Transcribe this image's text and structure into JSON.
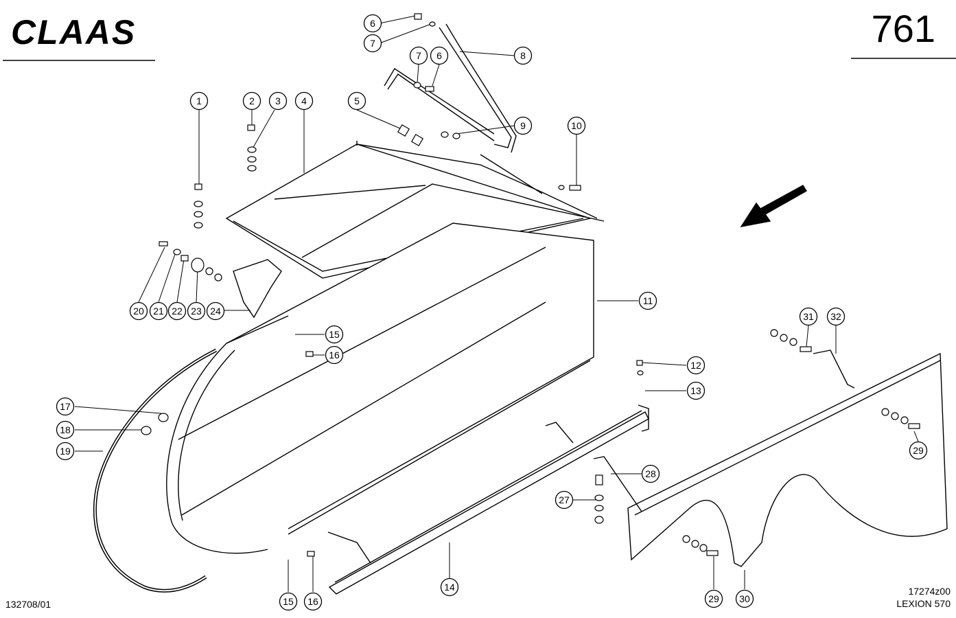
{
  "header": {
    "brand": "CLAAS",
    "page_number": "761"
  },
  "footer": {
    "drawing_code": "132708/01",
    "figure_code": "17274z00",
    "model": "LEXION 570"
  },
  "callouts": [
    {
      "id": "c1",
      "label": "1"
    },
    {
      "id": "c2",
      "label": "2"
    },
    {
      "id": "c3",
      "label": "3"
    },
    {
      "id": "c4",
      "label": "4"
    },
    {
      "id": "c5",
      "label": "5"
    },
    {
      "id": "c6a",
      "label": "6"
    },
    {
      "id": "c6b",
      "label": "6"
    },
    {
      "id": "c7a",
      "label": "7"
    },
    {
      "id": "c7b",
      "label": "7"
    },
    {
      "id": "c8",
      "label": "8"
    },
    {
      "id": "c9",
      "label": "9"
    },
    {
      "id": "c10",
      "label": "10"
    },
    {
      "id": "c11",
      "label": "11"
    },
    {
      "id": "c12",
      "label": "12"
    },
    {
      "id": "c13",
      "label": "13"
    },
    {
      "id": "c14",
      "label": "14"
    },
    {
      "id": "c15a",
      "label": "15"
    },
    {
      "id": "c15b",
      "label": "15"
    },
    {
      "id": "c16a",
      "label": "16"
    },
    {
      "id": "c16b",
      "label": "16"
    },
    {
      "id": "c17",
      "label": "17"
    },
    {
      "id": "c18",
      "label": "18"
    },
    {
      "id": "c19",
      "label": "19"
    },
    {
      "id": "c20",
      "label": "20"
    },
    {
      "id": "c21",
      "label": "21"
    },
    {
      "id": "c22",
      "label": "22"
    },
    {
      "id": "c23",
      "label": "23"
    },
    {
      "id": "c24",
      "label": "24"
    },
    {
      "id": "c27",
      "label": "27"
    },
    {
      "id": "c28",
      "label": "28"
    },
    {
      "id": "c29a",
      "label": "29"
    },
    {
      "id": "c29b",
      "label": "29"
    },
    {
      "id": "c30",
      "label": "30"
    },
    {
      "id": "c31",
      "label": "31"
    },
    {
      "id": "c32",
      "label": "32"
    }
  ]
}
